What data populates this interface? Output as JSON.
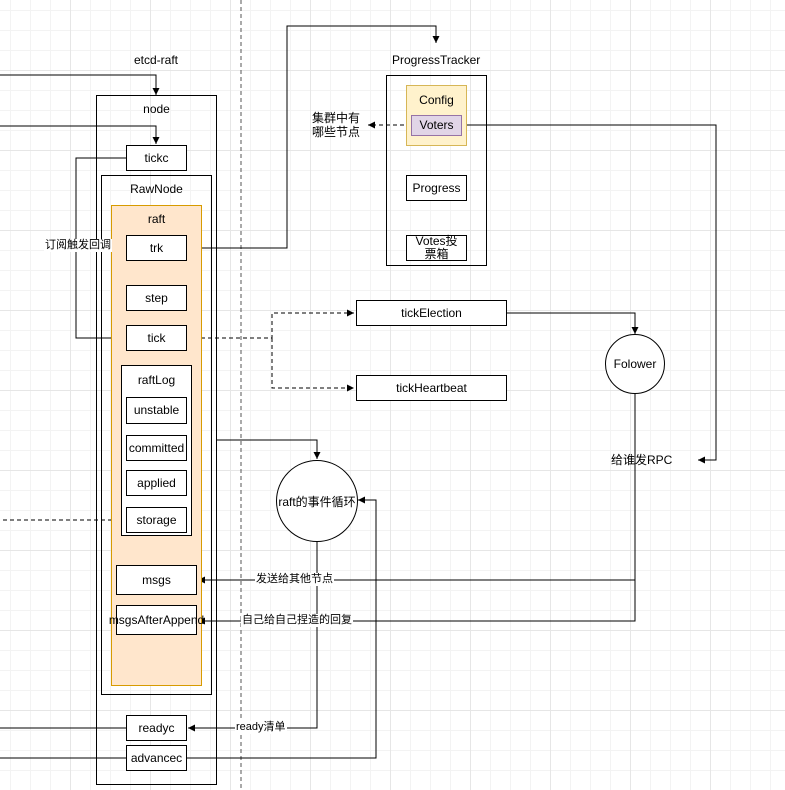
{
  "titles": {
    "etcd_raft": "etcd-raft",
    "progress_tracker": "ProgressTracker",
    "node": "node",
    "raw_node": "RawNode",
    "raft": "raft",
    "raft_log": "raftLog",
    "config": "Config"
  },
  "node_boxes": {
    "tickc": "tickc",
    "readyc": "readyc",
    "advancec": "advancec"
  },
  "raft_boxes": {
    "trk": "trk",
    "step": "step",
    "tick": "tick",
    "msgs": "msgs",
    "msgs_after_append": "msgsAfterAppend"
  },
  "raftlog_boxes": {
    "unstable": "unstable",
    "committed": "committed",
    "applied": "applied",
    "storage": "storage"
  },
  "tracker_boxes": {
    "voters": "Voters",
    "progress": "Progress",
    "votes": "Votes投票箱"
  },
  "tick_targets": {
    "tick_election": "tickElection",
    "tick_heartbeat": "tickHeartbeat"
  },
  "circles": {
    "follower": "Folower",
    "event_loop": "raft的事件循环"
  },
  "edge_labels": {
    "subscribe": "订阅触发回调",
    "cluster_nodes": "集群中有\n哪些节点",
    "send_rpc": "给谁发RPC",
    "send_to_others": "发送给其他节点",
    "self_reply": "自己给自己捏造的回复",
    "ready_list": "ready清单"
  }
}
